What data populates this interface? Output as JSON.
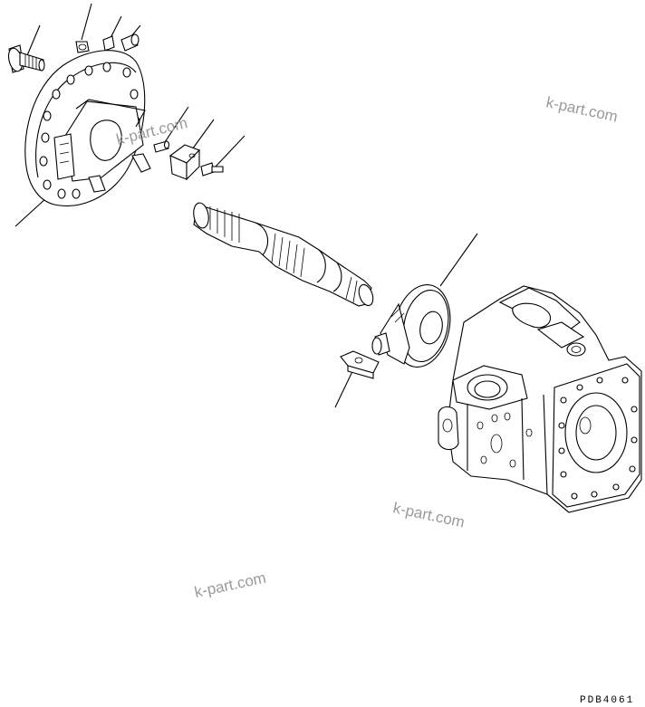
{
  "watermarks": [
    "k-part.com",
    "k-part.com",
    "k-part.com",
    "k-part.com"
  ],
  "drawing_code": "PDB4061"
}
